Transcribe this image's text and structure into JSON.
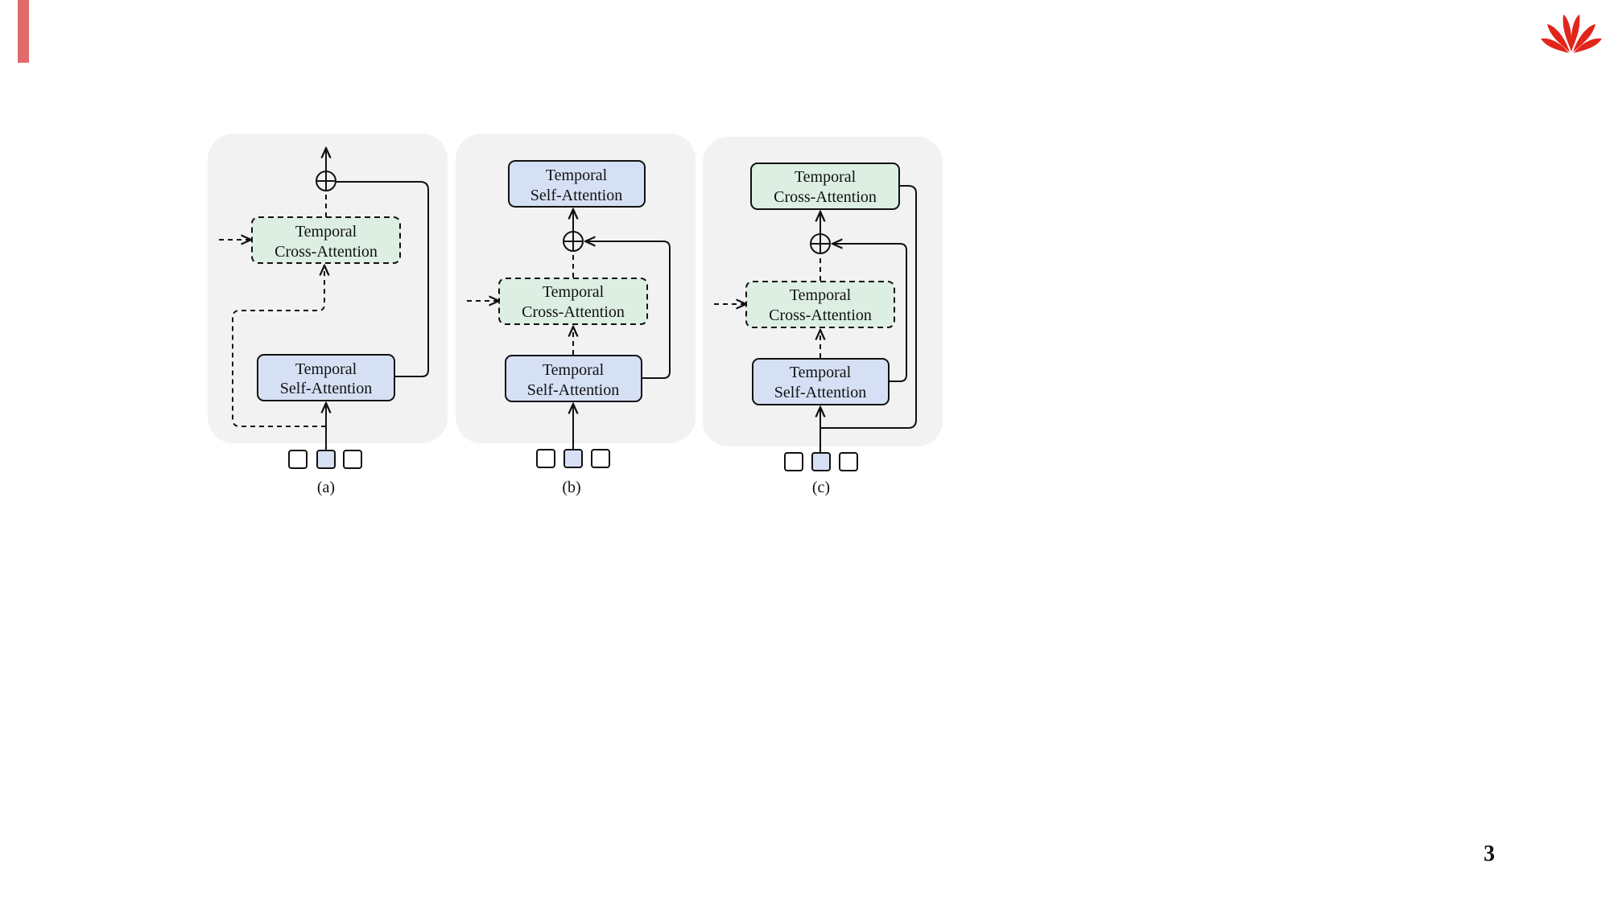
{
  "slide": {
    "page_number": "3",
    "accent_color": "#e06b6b",
    "logo_color": "#e1251b",
    "logo_icon": "huawei-logo"
  },
  "diagram": {
    "colors": {
      "panel_bg": "#f2f2f2",
      "self_attention_fill": "#d6e0f5",
      "cross_attention_fill": "#dcefe2",
      "token_highlight": "#d6e0f5",
      "stroke": "#111111"
    },
    "labels": {
      "temporal": "Temporal",
      "self_attention": "Self-Attention",
      "cross_attention": "Cross-Attention"
    },
    "panels": [
      {
        "id": "a",
        "caption": "(a)"
      },
      {
        "id": "b",
        "caption": "(b)"
      },
      {
        "id": "c",
        "caption": "(c)"
      }
    ]
  }
}
